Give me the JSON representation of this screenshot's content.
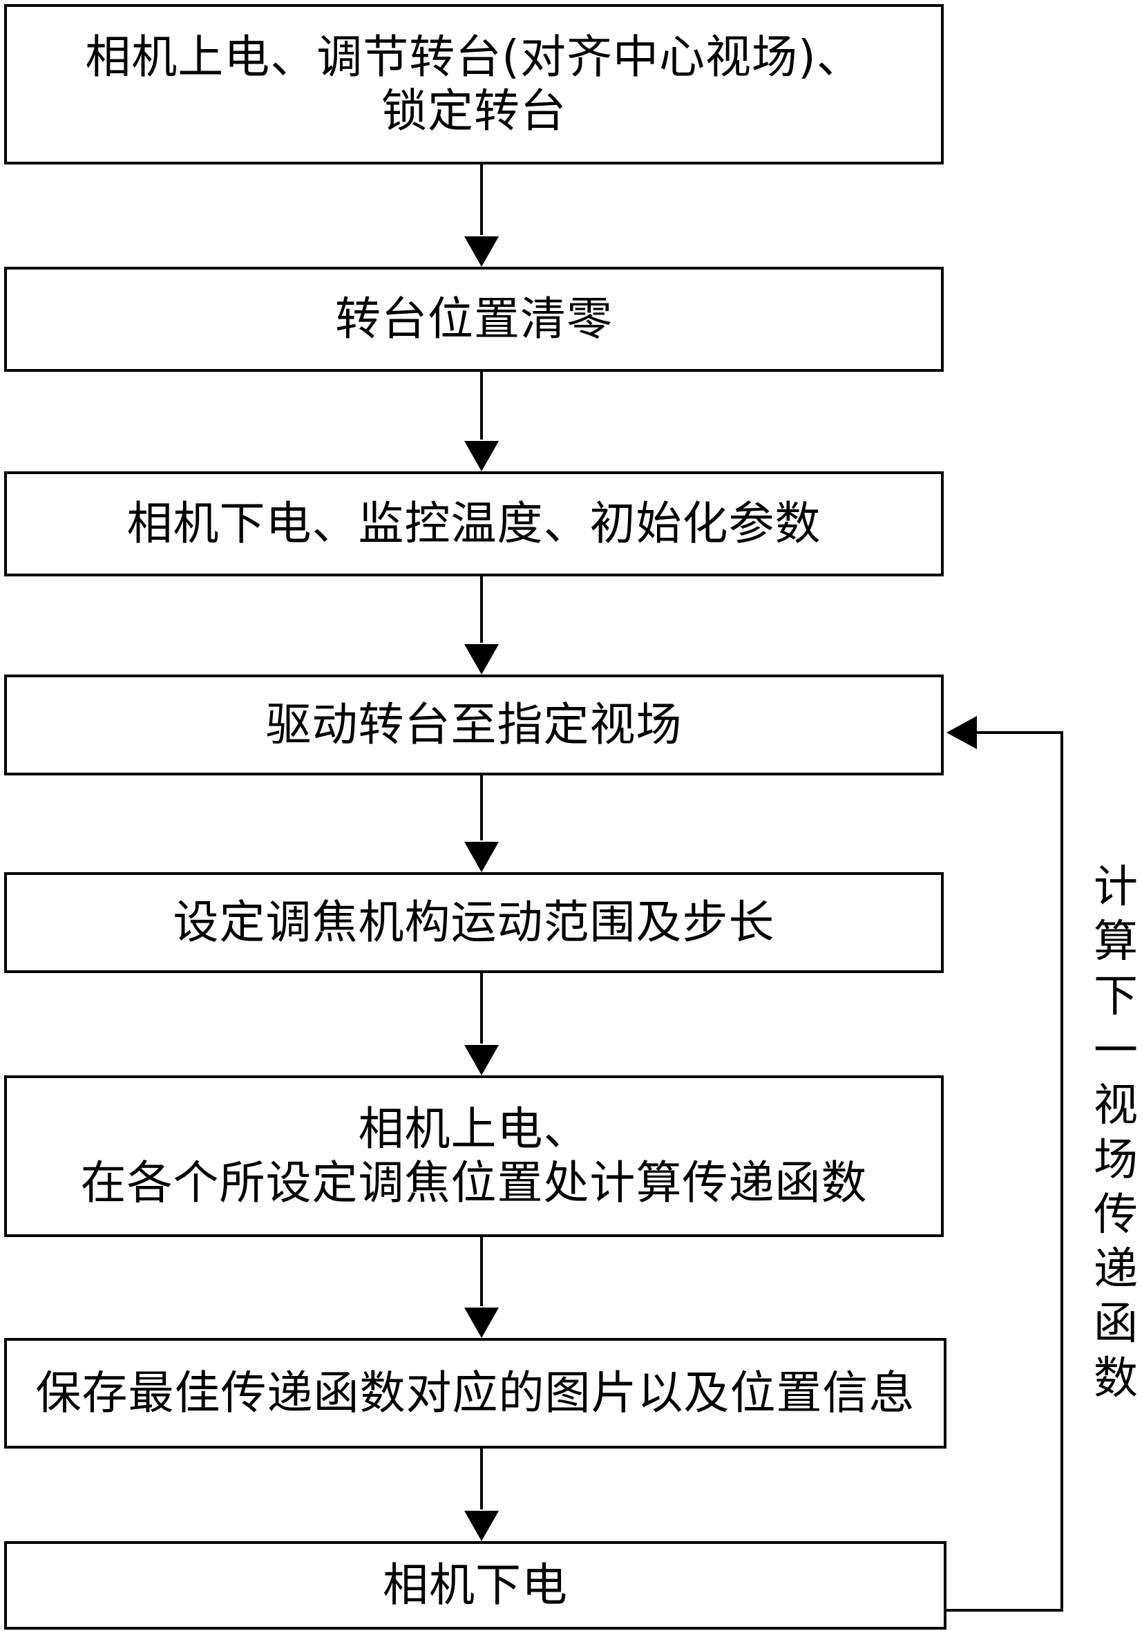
{
  "steps": [
    {
      "id": "power-on-adjust",
      "lines": [
        "相机上电、调节转台(对齐中心视场)、",
        "锁定转台"
      ]
    },
    {
      "id": "reset-position",
      "lines": [
        "转台位置清零"
      ]
    },
    {
      "id": "power-off-monitor",
      "lines": [
        "相机下电、监控温度、初始化参数"
      ]
    },
    {
      "id": "drive-turntable",
      "lines": [
        "驱动转台至指定视场"
      ]
    },
    {
      "id": "set-focus-range",
      "lines": [
        "设定调焦机构运动范围及步长"
      ]
    },
    {
      "id": "compute-transfer",
      "lines": [
        "相机上电、",
        "在各个所设定调焦位置处计算传递函数"
      ]
    },
    {
      "id": "save-best",
      "lines": [
        "保存最佳传递函数对应的图片以及位置信息"
      ]
    },
    {
      "id": "power-off",
      "lines": [
        "相机下电"
      ]
    }
  ],
  "loop": {
    "label": "计算下一视场传递函数",
    "label_chars": [
      "计",
      "算",
      "下",
      "一",
      "视",
      "场",
      "传",
      "递",
      "函",
      "数"
    ],
    "from_step": 7,
    "to_step": 3
  },
  "colors": {
    "line": "#000000",
    "box_fill": "#ffffff",
    "background": "#ffffff"
  }
}
